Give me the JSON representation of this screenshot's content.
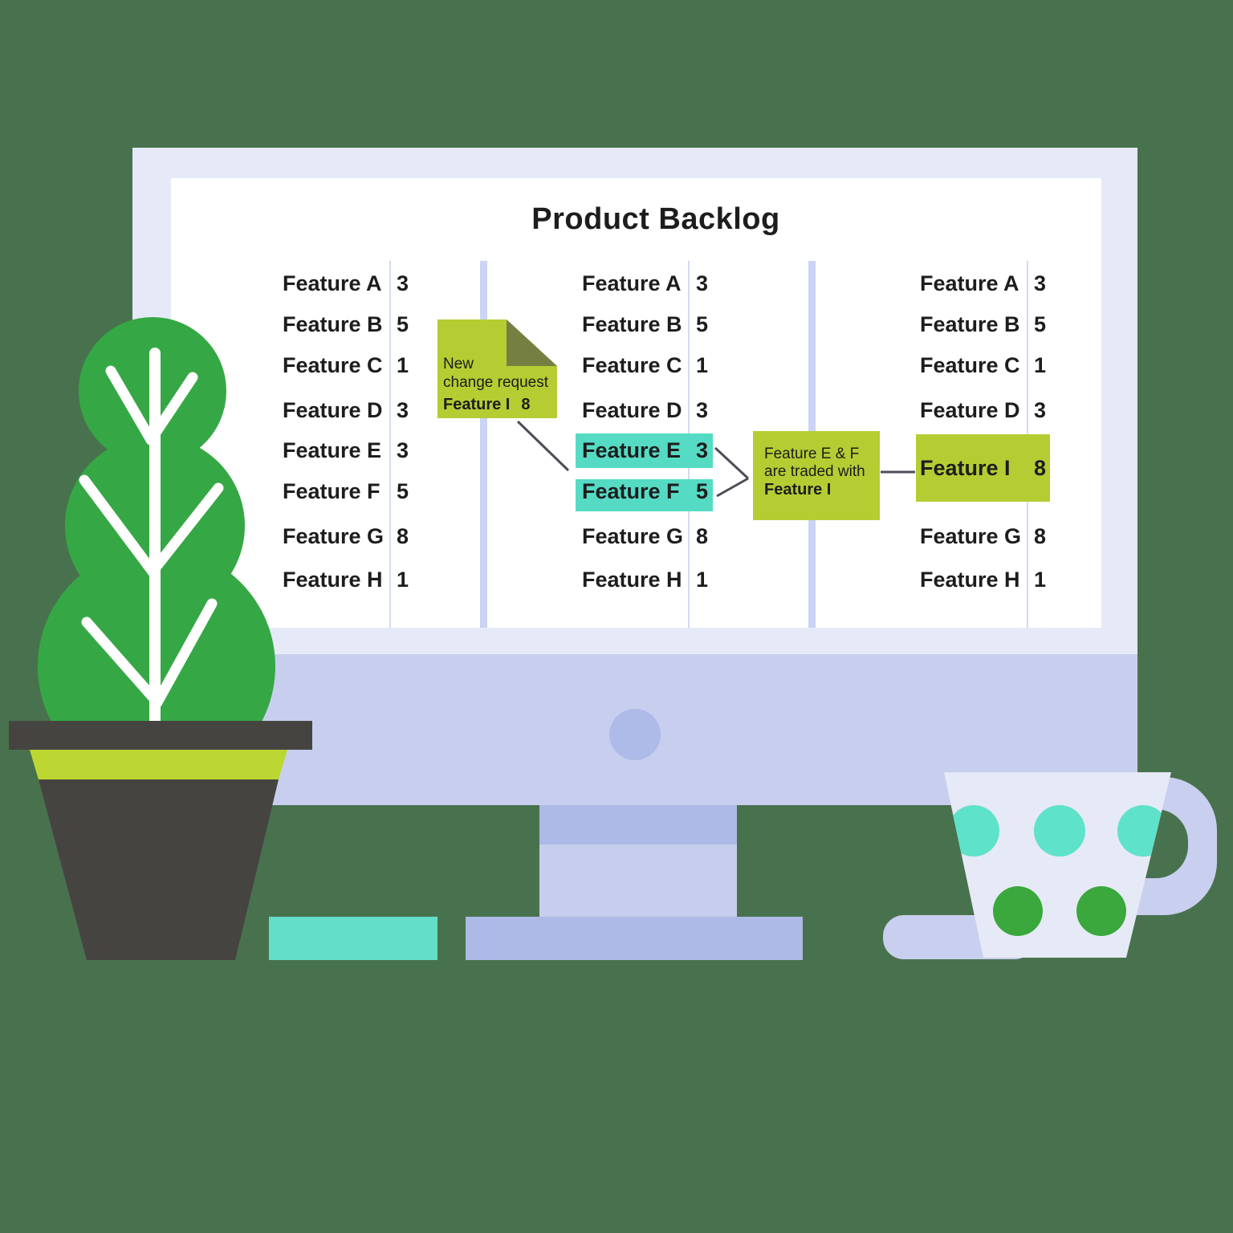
{
  "title": "Product Backlog",
  "columns": [
    {
      "rows": [
        {
          "name": "Feature A",
          "points": "3"
        },
        {
          "name": "Feature B",
          "points": "5"
        },
        {
          "name": "Feature C",
          "points": "1"
        },
        {
          "name": "Feature D",
          "points": "3"
        },
        {
          "name": "Feature E",
          "points": "3"
        },
        {
          "name": "Feature F",
          "points": "5"
        },
        {
          "name": "Feature G",
          "points": "8"
        },
        {
          "name": "Feature H",
          "points": "1"
        }
      ]
    },
    {
      "rows": [
        {
          "name": "Feature A",
          "points": "3"
        },
        {
          "name": "Feature B",
          "points": "5"
        },
        {
          "name": "Feature C",
          "points": "1"
        },
        {
          "name": "Feature D",
          "points": "3"
        },
        {
          "name": "Feature E",
          "points": "3",
          "highlight": "teal"
        },
        {
          "name": "Feature F",
          "points": "5",
          "highlight": "teal"
        },
        {
          "name": "Feature G",
          "points": "8"
        },
        {
          "name": "Feature H",
          "points": "1"
        }
      ]
    },
    {
      "rows": [
        {
          "name": "Feature A",
          "points": "3"
        },
        {
          "name": "Feature B",
          "points": "5"
        },
        {
          "name": "Feature C",
          "points": "1"
        },
        {
          "name": "Feature D",
          "points": "3"
        },
        {
          "name": "Feature I",
          "points": "8",
          "highlight": "yellow-green"
        },
        {
          "name": "Feature G",
          "points": "8"
        },
        {
          "name": "Feature H",
          "points": "1"
        }
      ]
    }
  ],
  "sticky_note": {
    "line1": "New",
    "line2": "change request",
    "feature": "Feature I",
    "points": "8"
  },
  "trade_note": {
    "line1": "Feature E & F",
    "line2": "are traded with",
    "line3": "Feature I"
  },
  "colors": {
    "background": "#48724e",
    "monitor_bezel": "#e6e9f7",
    "monitor_chin": "#c8cfee",
    "stand": "#adb9e6",
    "note_yellow_green": "#b5cd32",
    "note_fold": "#757f42",
    "highlight_teal": "#55dbc4",
    "plant_green": "#35a845",
    "pot_charcoal": "#464440",
    "pot_band": "#bdd732",
    "eraser_teal": "#63dfc9",
    "cup_dot_teal": "#5fe2ca",
    "cup_dot_green": "#3aa83c",
    "connector": "#4d4d58",
    "text": "#1d1d1f"
  }
}
